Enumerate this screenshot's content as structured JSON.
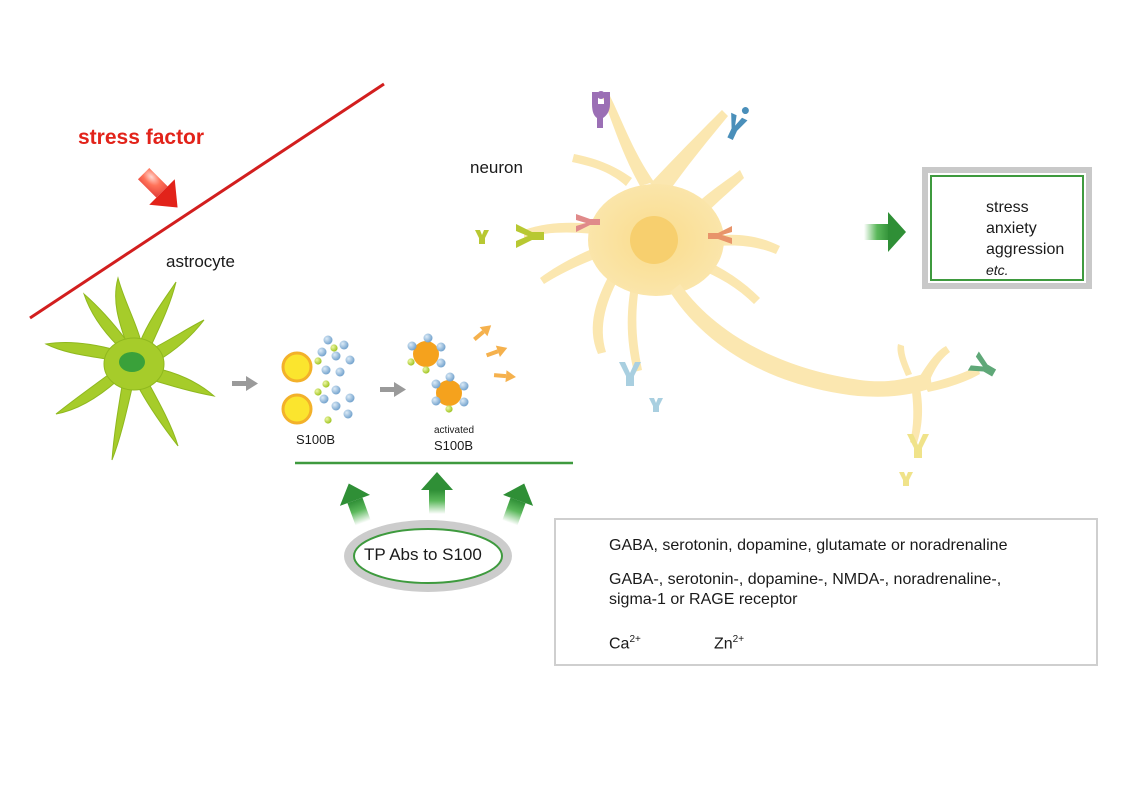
{
  "labels": {
    "stress_factor": "stress factor",
    "astrocyte": "astrocyte",
    "neuron": "neuron",
    "s100b": "S100B",
    "activated_small": "activated",
    "activated_big": "S100B",
    "tp_abs": "TP Abs to S100"
  },
  "effects": {
    "items": [
      "stress",
      "anxiety",
      "aggression"
    ],
    "etc": "etc."
  },
  "legend": {
    "ligand_text": "GABA, serotonin, dopamine, glutamate or noradrenaline",
    "receptor_text_line1": "GABA-, serotonin-, dopamine-, NMDA-, noradrenaline-,",
    "receptor_text_line2": "sigma-1 or RAGE receptor",
    "ca_label": "Ca",
    "ca_charge": "2+",
    "zn_label": "Zn",
    "zn_charge": "2+"
  },
  "colors": {
    "stress_red": "#e2231a",
    "astrocyte_green": "#a6cc2a",
    "nucleus_green": "#3aa13a",
    "neuron_cream": "#fbe7b0",
    "s100b_yellow": "#fbe52e",
    "activated_orange": "#f5a21d",
    "ca_blue": "#8fb7d8",
    "zn_green": "#b8d430",
    "arrow_green": "#3e9a3e",
    "effect_orange": "#f5b14d"
  }
}
